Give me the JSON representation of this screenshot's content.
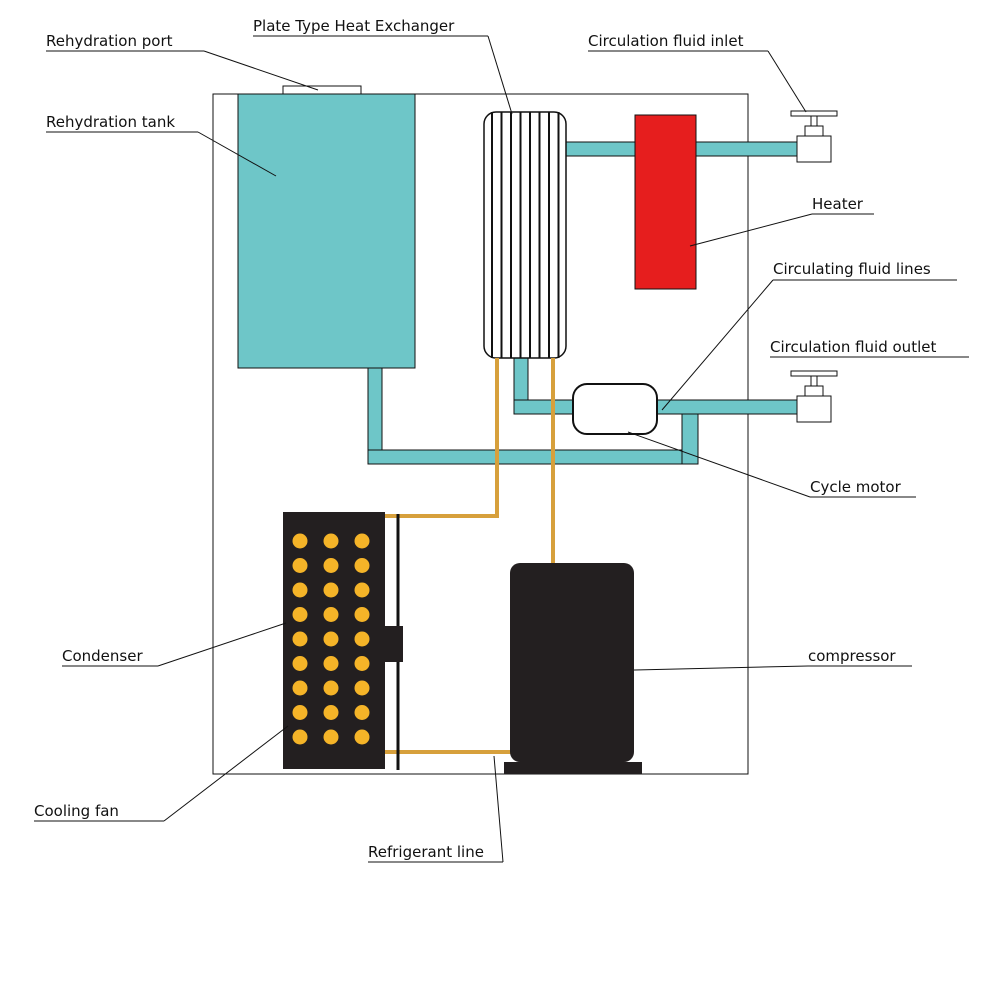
{
  "labels": {
    "rehydration_port": "Rehydration port",
    "plate_heat_exchanger": "Plate Type Heat Exchanger",
    "fluid_inlet": "Circulation fluid inlet",
    "rehydration_tank": "Rehydration tank",
    "heater": "Heater",
    "fluid_lines": "Circulating fluid lines",
    "fluid_outlet": "Circulation fluid outlet",
    "cycle_motor": "Cycle motor",
    "condenser": "Condenser",
    "compressor": "compressor",
    "cooling_fan": "Cooling fan",
    "refrigerant_line": "Refrigerant line"
  },
  "colors": {
    "fluid": "#6ec6c8",
    "heater": "#e61e1e",
    "refrigerant": "#d7a03c",
    "dark": "#231f20",
    "condenser_dot": "#f5b428",
    "outline": "#111111"
  }
}
